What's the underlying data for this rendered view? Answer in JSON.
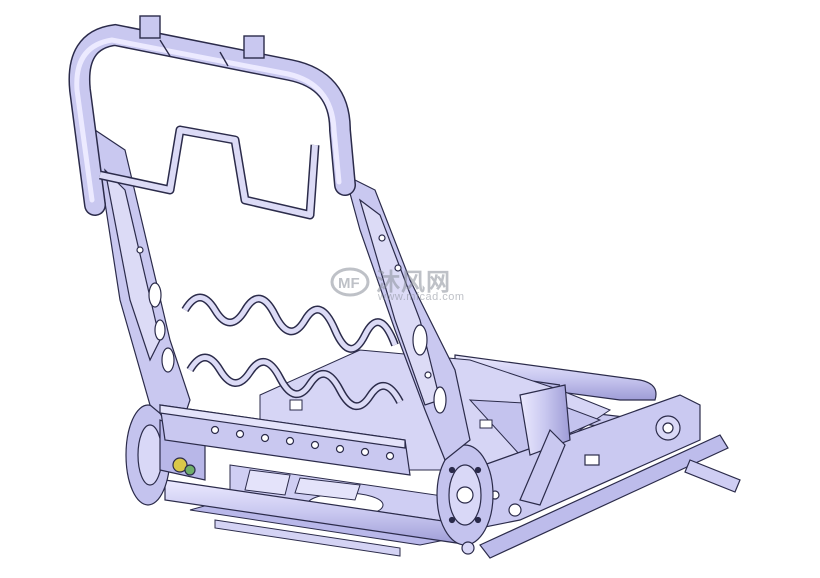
{
  "scene": {
    "subject": "seat-frame-3d-model",
    "colors": {
      "background": "#ffffff",
      "metal_fill": "#c9c8f0",
      "metal_fill_light": "#dcdbf6",
      "metal_fill_dark": "#a9a8dc",
      "outline": "#2b2b4a",
      "accent_yellow": "#d9c84a",
      "accent_green": "#6fae6a"
    }
  },
  "watermark": {
    "brand_cn": "沐风网",
    "url": "www.mfcad.com",
    "logo_icon": "mf-logo-icon"
  }
}
